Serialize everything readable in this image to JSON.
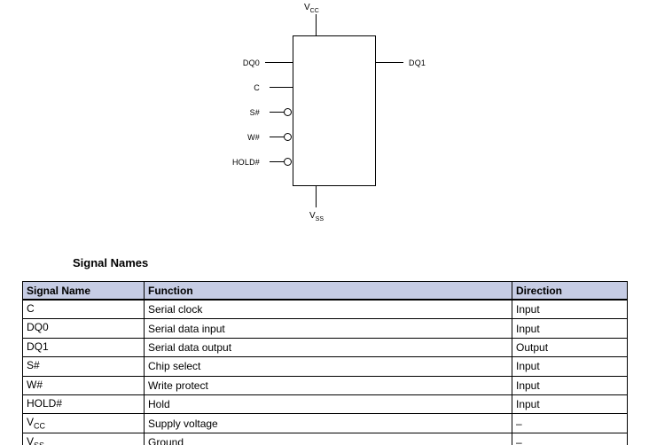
{
  "diagram": {
    "vcc": {
      "base": "V",
      "sub": "CC"
    },
    "vss": {
      "base": "V",
      "sub": "SS"
    },
    "dq0": "DQ0",
    "c": "C",
    "s": "S#",
    "w": "W#",
    "hold": "HOLD#",
    "dq1": "DQ1"
  },
  "table": {
    "title": "Signal Names",
    "headers": [
      "Signal Name",
      "Function",
      "Direction"
    ],
    "rows": [
      {
        "signal": "C",
        "function": "Serial clock",
        "direction": "Input"
      },
      {
        "signal": "DQ0",
        "function": "Serial data input",
        "direction": "Input"
      },
      {
        "signal": "DQ1",
        "function": "Serial data output",
        "direction": "Output"
      },
      {
        "signal": "S#",
        "function": "Chip select",
        "direction": "Input"
      },
      {
        "signal": "W#",
        "function": "Write protect",
        "direction": "Input"
      },
      {
        "signal": "HOLD#",
        "function": "Hold",
        "direction": "Input"
      },
      {
        "signal": "V",
        "signal_sub": "CC",
        "function": "Supply voltage",
        "direction": "–"
      },
      {
        "signal": "V",
        "signal_sub": "SS",
        "function": "Ground",
        "direction": "–"
      }
    ]
  }
}
